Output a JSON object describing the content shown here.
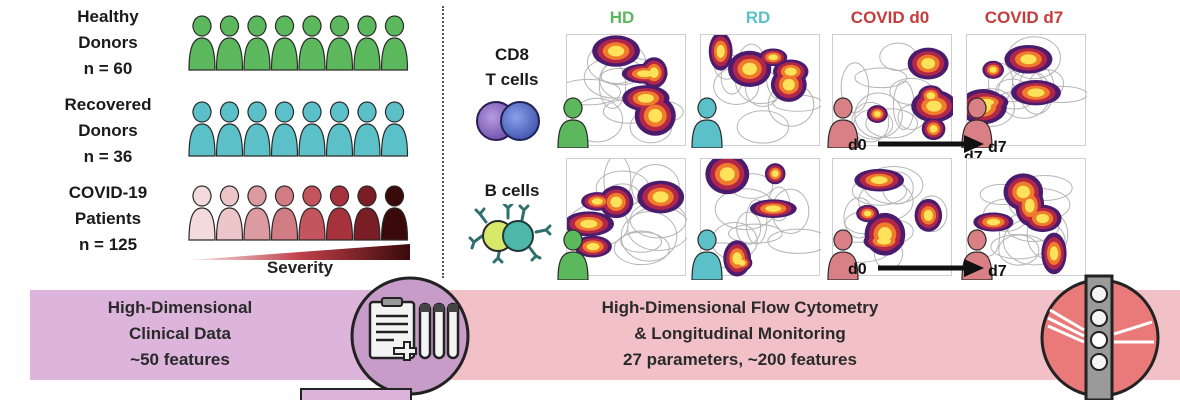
{
  "cohorts": [
    {
      "name_l1": "Healthy",
      "name_l2": "Donors",
      "n": "n = 60"
    },
    {
      "name_l1": "Recovered",
      "name_l2": "Donors",
      "n": "n = 36"
    },
    {
      "name_l1": "COVID-19",
      "name_l2": "Patients",
      "n": "n = 125"
    }
  ],
  "severity_label": "Severity",
  "columns": [
    "HD",
    "RD",
    "COVID d0",
    "COVID d7"
  ],
  "column_colors": {
    "HD": "#5cb85c",
    "RD": "#5bc0c8",
    "COVID": "#c43c3c"
  },
  "cell_types": [
    {
      "l1": "CD8",
      "l2": "T cells"
    },
    {
      "l1": "B cells",
      "l2": ""
    }
  ],
  "timepoint_labels": {
    "start": "d0",
    "end": "d7"
  },
  "banner_left": {
    "l1": "High-Dimensional",
    "l2": "Clinical Data",
    "l3": "~50 features"
  },
  "banner_right": {
    "l1": "High-Dimensional Flow Cytometry",
    "l2": "& Longitudinal Monitoring",
    "l3": "27 parameters, ~200 features"
  },
  "colors": {
    "healthy": "#5cb85c",
    "recovered": "#5bc0c8",
    "banner_left": "#dcb4dc",
    "banner_right": "#f2c1c8",
    "covid_dark": "#3a0a0a"
  }
}
